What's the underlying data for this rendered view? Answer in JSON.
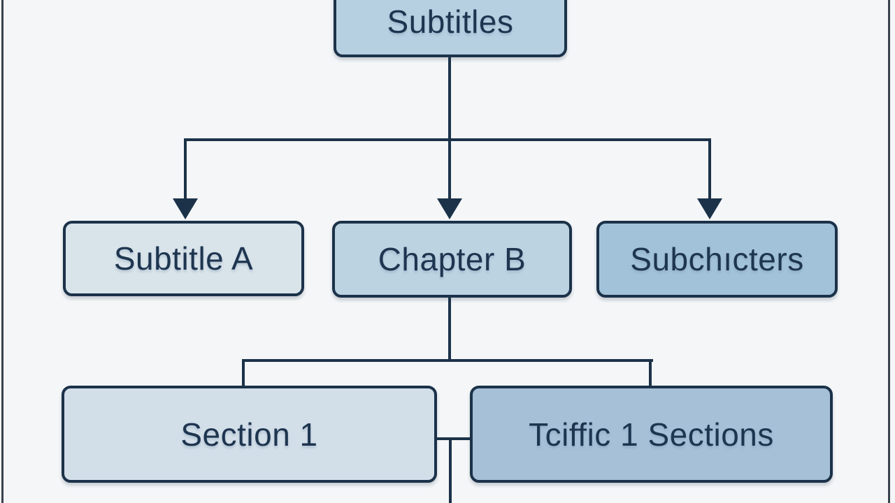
{
  "diagram": {
    "type": "flowchart",
    "background_color": "#f4f6f8",
    "line_color": "#1b3249",
    "text_color": "#1e3550",
    "frame_line_color": "#39434d",
    "nodes": [
      {
        "id": "root",
        "label": "Subtitles",
        "fill": "#b7d0e1"
      },
      {
        "id": "subtitle-a",
        "label": "Subtitle A",
        "fill": "#d9e3ea"
      },
      {
        "id": "chapter-b",
        "label": "Chapter B",
        "fill": "#bcd3e2"
      },
      {
        "id": "subchicters",
        "label": "Subchıcters",
        "fill": "#a2c2d9"
      },
      {
        "id": "section-1",
        "label": "Section 1",
        "fill": "#d2dee8"
      },
      {
        "id": "tciffic-sections",
        "label": "Tciffic 1 Sections",
        "fill": "#a6c1d7"
      }
    ],
    "edges": [
      {
        "from": "root",
        "to": "subtitle-a",
        "arrow": true
      },
      {
        "from": "root",
        "to": "chapter-b",
        "arrow": true
      },
      {
        "from": "root",
        "to": "subchicters",
        "arrow": true
      },
      {
        "from": "chapter-b",
        "to": "section-1",
        "arrow": false
      },
      {
        "from": "chapter-b",
        "to": "tciffic-sections",
        "arrow": false
      },
      {
        "from": "section-1",
        "to": "tciffic-sections",
        "arrow": false
      }
    ]
  }
}
